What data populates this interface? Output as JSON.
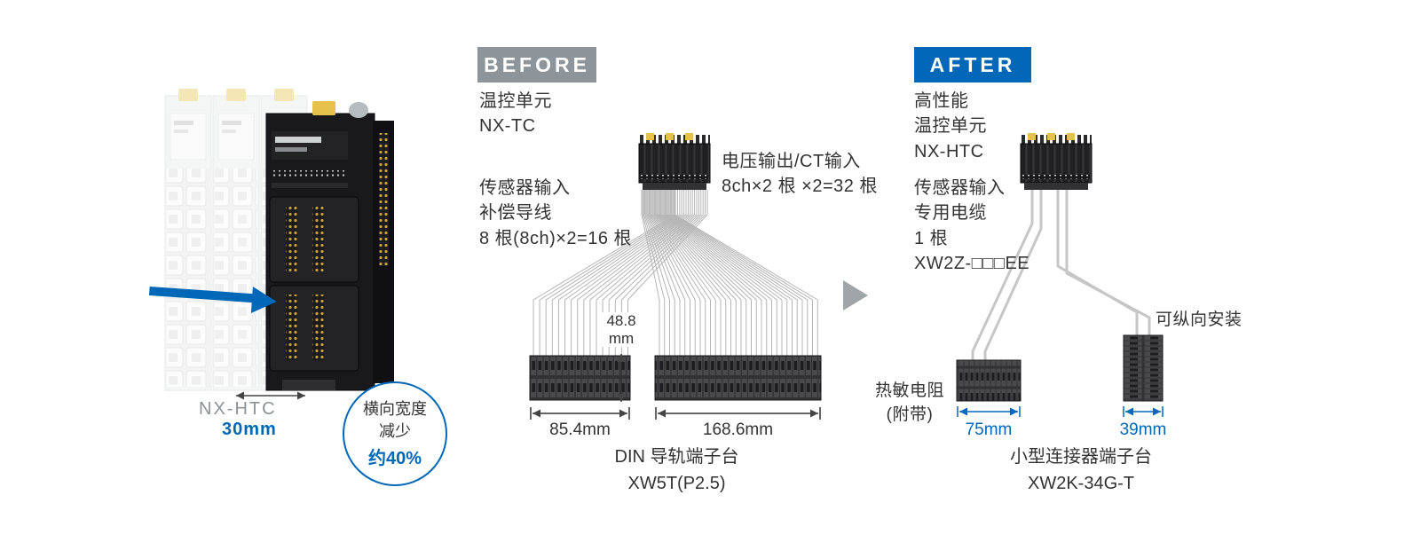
{
  "colors": {
    "accent_blue": "#0068b7",
    "before_gray": "#8e959a",
    "wire_gray": "#b5b5b5"
  },
  "left_panel": {
    "product_name": "NX-HTC",
    "product_width": "30mm",
    "badge_text": "横向宽度\n减少",
    "badge_highlight": "约40%"
  },
  "before": {
    "header": "BEFORE",
    "unit_label": "温控单元\nNX-TC",
    "sensor_label": "传感器输入\n补偿导线\n8 根(8ch)×2=16 根",
    "voltage_label": "电压输出/CT输入\n8ch×2 根 ×2=32 根",
    "height_dim": "48.8\nmm",
    "width_dim_left": "85.4mm",
    "width_dim_right": "168.6mm",
    "terminal_label": "DIN 导轨端子台\nXW5T(P2.5)"
  },
  "after": {
    "header": "AFTER",
    "unit_label": "高性能\n温控单元\nNX-HTC",
    "cable_label": "传感器输入\n专用电缆\n1 根\nXW2Z-□□□EE",
    "thermistor_label": "热敏电阻\n(附带)",
    "vertical_mount_label": "可纵向安装",
    "width_dim_left": "75mm",
    "width_dim_right": "39mm",
    "terminal_label": "小型连接器端子台\nXW2K-34G-T"
  }
}
